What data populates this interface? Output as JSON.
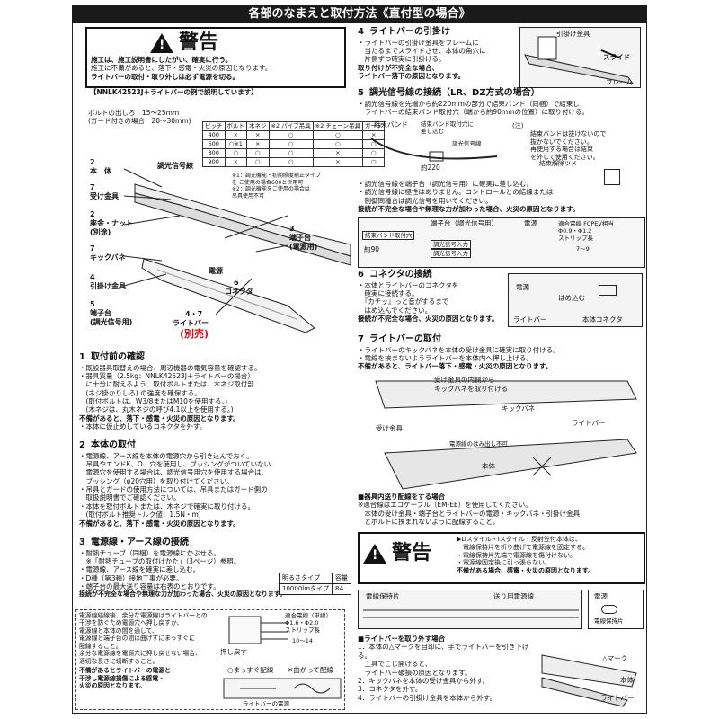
{
  "title": "各部のなまえと取付方法《直付型の場合》",
  "warning1": {
    "heading": "警告",
    "lines": [
      "施工は、施工説明書にしたがい、確実に行う。",
      "施工に不備があると、落下・感電・火災の原因となります。",
      "ライトバーの取付・取り外しは必ず電源を切る。"
    ],
    "note": "【NNLK42523J＋ライトバーの例で説明しています】"
  },
  "diagram_left": {
    "bolt_note1": "ボルトの出しろ　15～25mm",
    "bolt_note2": "(ガード付きの場合　20～30mm)",
    "table_headers": [
      "ピッチ",
      "ボルト",
      "木ネジ",
      "※2 パイプ吊具",
      "※2 チェーン吊具",
      "ガード"
    ],
    "table_rows": [
      [
        "400",
        "×",
        "×",
        "○",
        "○",
        "×"
      ],
      [
        "600",
        "○※1",
        "×",
        "○",
        "○",
        "○"
      ],
      [
        "800",
        "○",
        "○",
        "○",
        "×",
        "○"
      ],
      [
        "900",
        "×",
        "○",
        "○",
        "×",
        "○"
      ]
    ],
    "note1": "※1：調光機能・初期照度補正タイプ",
    "note1b": "を ご使用の場合600と併用可",
    "note2": "※2：調光機能をご使用の場合は",
    "note2b": "吊具使用不可",
    "parts": {
      "p2": "2",
      "p2_label": "本　体",
      "p7a": "7",
      "p7a_label": "受け金具",
      "p2b": "2",
      "p2b_label": "座金・ナット",
      "p2b_sub": "(別途)",
      "p7b": "7",
      "p7b_label": "キックバネ",
      "p4": "4",
      "p4_label": "引掛け金具",
      "p5": "5",
      "p5_label": "端子台",
      "p5_sub": "(調光信号用)",
      "p47": "4・7",
      "p47_label": "ライトバー",
      "p47_sub": "(別売)",
      "p3": "3",
      "p3_label": "端子台",
      "p3_sub": "(電源用)",
      "p6": "6",
      "p6_label": "コネクタ",
      "power": "電源",
      "signal": "調光信号線"
    }
  },
  "s1": {
    "num": "1",
    "title": "取付前の確認",
    "lines": [
      "・既設器具取替えの場合、周辺機器の電気容量を確認する。",
      "・器具質量（2.5kg：NNLK42523J＋ライトバーの場合）",
      "　に十分に耐えるよう、取付ボルトまたは、木ネジ取付部",
      "　(ネジ掛かりしろ) の強度を確保する。",
      "　(取付ボルトは、W3/8またはM10を使用する。)",
      "　(木ネジは、丸木ネジの呼び4.1以上を使用する。)"
    ],
    "warn": "不備があると、落下・感電・火災の原因となります。",
    "last": "・本体に仮止めしているコネクタを外す。"
  },
  "s2": {
    "num": "2",
    "title": "本体の取付",
    "lines": [
      "・電源線、アース線を本体の電源穴から引き込んでおく。",
      "　吊具やエンドK、O、穴を使用し、ブッシングがついていない",
      "　電源穴を使用する場合は、調光信号用穴を使用する場合は、",
      "　ブッシング（φ20穴用）を取り付けてください。",
      "・吊具とガードの使用方法については、吊具またはガード側の",
      "　取扱説明書でご確認ください。",
      "・本体を取付ボルトまたは、木ネジで確実に取り付ける。",
      "　(取付ボルト推奨トルク値：1.5N・m)"
    ],
    "warn": "不備があると、落下・感電・火災の原因となります。"
  },
  "s3": {
    "num": "3",
    "title": "電源線・アース線の接続",
    "lines": [
      "・耐熱チューブ（同梱）を電源線にかぶせる。",
      "　※「耐熱チューブの取付けかた」（3ページ）参照。",
      "・電源線、アース線を確実に差し込む。",
      "・D種（第3種）接地工事が必要。",
      "・端子台の最大送り容量は右表のとおりです。"
    ],
    "warn": "接続が不完全な場合や無理な力が加わった場合、火災の原因となります。",
    "table": [
      [
        "明るさタイプ",
        "容量"
      ],
      [
        "10000lmタイプ",
        "8A"
      ]
    ],
    "note_box": [
      "電源線結線後、余分な電源線はライトバーとの",
      "干渉を防ぐため電源穴へ押し戻すか、",
      "電源線と本体の間を通して、",
      "電源線と端子台の間は曲げずにまっすぐに",
      "配線すること。",
      "余分な電源線を電源穴に押し戻せない場合、",
      "適切な長さに切断すること。"
    ],
    "note_warn": [
      "不備があるとライトバーの電源と",
      "干渉し電源線損傷による感電・",
      "火災の原因となります。"
    ],
    "wire_label": "適合電線（単線）",
    "wire_spec": "Φ1.6・Φ2.0",
    "wire_strip": "ストリップ長",
    "strip_len": "10～14",
    "push": "押し戻す",
    "straight": "まっすぐ配線",
    "bent": "曲がって配線",
    "lightbar_power": "ライトバーの電源"
  },
  "s4": {
    "num": "4",
    "title": "ライトバーの引掛け",
    "lines": [
      "・ライトバーの引掛け金具をフレームに",
      "　当たるまでスライドさせ、本体の角穴に",
      "　片側ずつ確実に引掛ける。"
    ],
    "warn1": "取り付けが不完全な場合、",
    "warn2": "ライトバー落下の原因となります。",
    "lbl_hook": "引掛け金具",
    "lbl_slide": "スライド",
    "lbl_frame": "フレーム"
  },
  "s5": {
    "num": "5",
    "title": "調光信号線の接続（LR、DZ方式の場合）",
    "lines": [
      "・調光信号線を先端から約220mmの部分で結束バンド（同梱）で結束し",
      "　ライトバーの結束バンド取付穴（端から約90mmの位置）に取り付ける。"
    ],
    "lbl_band": "結束バンド",
    "lbl_band_hole": "結束バンド取付穴に",
    "lbl_insert": "差し込む",
    "lbl_signal": "調光信号線",
    "lbl_220": "約220",
    "note": [
      "(注)",
      "結束バンドは抜けないので",
      "抜かないでください。",
      "再使用する場合は結束",
      "を外して使用ください。"
    ],
    "lbl_release": "結束解除ツメ",
    "connect": [
      "・調光信号線を端子台（調光信号用）に確実に差し込む。",
      "・調光信号線に極性はありません。コントロールとの結線または",
      "　制御同種合は調光信号を用いてください。"
    ],
    "warn": "接続が不完全な場合や無理な力が加わった場合、火災の原因となります。",
    "term_label": "端子台（調光信号用）",
    "power_label": "電源",
    "strip_label": "適合電線 FCPEV相当",
    "strip_spec": "Φ0.9・Φ1.2",
    "strip_len": "ストリップ長",
    "strip_val": "7～9",
    "band_hole2": "結束バンド取付穴",
    "dim": "約90",
    "in1": "調光信号入力",
    "in2": "調光信号入力"
  },
  "s6": {
    "num": "6",
    "title": "コネクタの接続",
    "lines": [
      "・本体とライトバーのコネクタを",
      "　確実に接続する。",
      "　『カチッ』っと音がするまで",
      "　はめ込んでください。"
    ],
    "warn": "接続が不完全な場合、火災の原因となります。",
    "lbl_power": "電源",
    "lbl_fit": "はめ込む",
    "lbl_lightbar": "ライトバー",
    "lbl_connector": "本体コネクタ"
  },
  "s7": {
    "num": "7",
    "title": "ライトバーの取付",
    "lines": [
      "・ライトバーのキックバネを本体の受け金具に確実に取り付ける。",
      "・電線を挟まないようライトバーを本体内へ押し上げる。"
    ],
    "warn": "不備があると、ライトバー落下・感電・火災の原因となります。",
    "lbl_receiver": "受け金具の内側から",
    "lbl_receiver2": "キックバネを取り付ける",
    "lbl_kick": "キックバネ",
    "lbl_lightbar": "ライトバー",
    "lbl_receive": "受け金具",
    "lbl_wire": "電源線のはみ出し不可",
    "lbl_body": "本体"
  },
  "s8": {
    "head": "■器具内送り配線をする場合",
    "note": "※適合線はエコケーブル（EM-EE）を使用してください。",
    "lines": [
      "　本体の受け金具・端子台とライトバーの電源・キックバネ・引掛け金具",
      "　とボルトに挟まれないように配線すること。"
    ]
  },
  "warning2": {
    "heading": "警告",
    "lines": [
      "▶Dスタイル・Iスタイル・反射笠付本体は、",
      "　電線保持片を折り曲げて電源線を固定する。",
      "・電線保持片先端で電源線を傷付けない。",
      "・電源線固定後に引っ張らない。"
    ],
    "warn": "不備がある場合、感電・火災の原因となります。"
  },
  "wiring": {
    "lbl_holder": "電線保持片",
    "lbl_feed": "送り用電源線",
    "lbl_power": "電源",
    "lbl_holder2": "電線保持片"
  },
  "removal": {
    "head": "■ライトバーを取り外す場合",
    "lines": [
      "1．本体の△マークを目印に、手でライトバーを引き下げる。",
      "　工具でこじ開けると、",
      "　ライトバー破損の原因となります。",
      "2．キックバネを本体の受け金具から外す。",
      "3．コネクタを外す。",
      "4．ライトバーの引掛け金具を本体から外す。"
    ],
    "lbl_mark": "△マーク",
    "lbl_body": "本体",
    "lbl_lightbar": "ライトバー"
  }
}
